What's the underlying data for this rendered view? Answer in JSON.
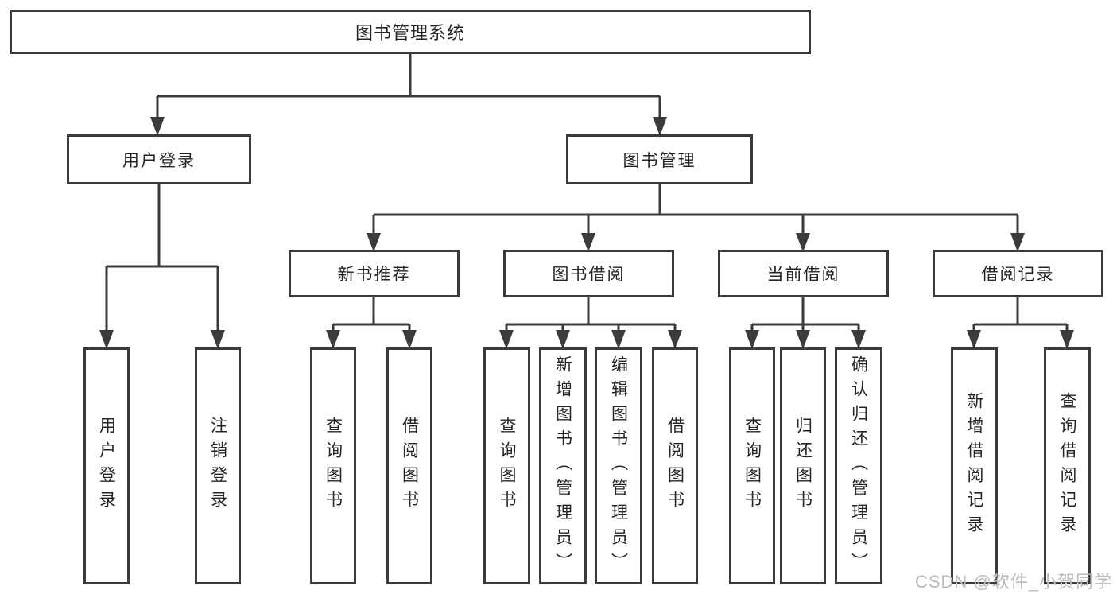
{
  "diagram": {
    "type": "tree",
    "root": {
      "label": "图书管理系统"
    },
    "branches": [
      {
        "label": "用户登录",
        "children": [
          {
            "label": "用户登录"
          },
          {
            "label": "注销登录"
          }
        ]
      },
      {
        "label": "图书管理",
        "children": [
          {
            "label": "新书推荐",
            "children": [
              {
                "label": "查询图书"
              },
              {
                "label": "借阅图书"
              }
            ]
          },
          {
            "label": "图书借阅",
            "children": [
              {
                "label": "查询图书"
              },
              {
                "label": "新增图书（管理员）"
              },
              {
                "label": "编辑图书（管理员）"
              },
              {
                "label": "借阅图书"
              }
            ]
          },
          {
            "label": "当前借阅",
            "children": [
              {
                "label": "查询图书"
              },
              {
                "label": "归还图书"
              },
              {
                "label": "确认归还（管理员）"
              }
            ]
          },
          {
            "label": "借阅记录",
            "children": [
              {
                "label": "新增借阅记录"
              },
              {
                "label": "查询借阅记录"
              }
            ]
          }
        ]
      }
    ]
  },
  "watermark": {
    "text": "CSDN @软件_小贺同学"
  },
  "colors": {
    "line": "#3b3b3b",
    "box_border": "#3b3b3b",
    "box_fill": "#ffffff",
    "text": "#242424",
    "watermark": "#b9babd",
    "background": "#ffffff"
  }
}
